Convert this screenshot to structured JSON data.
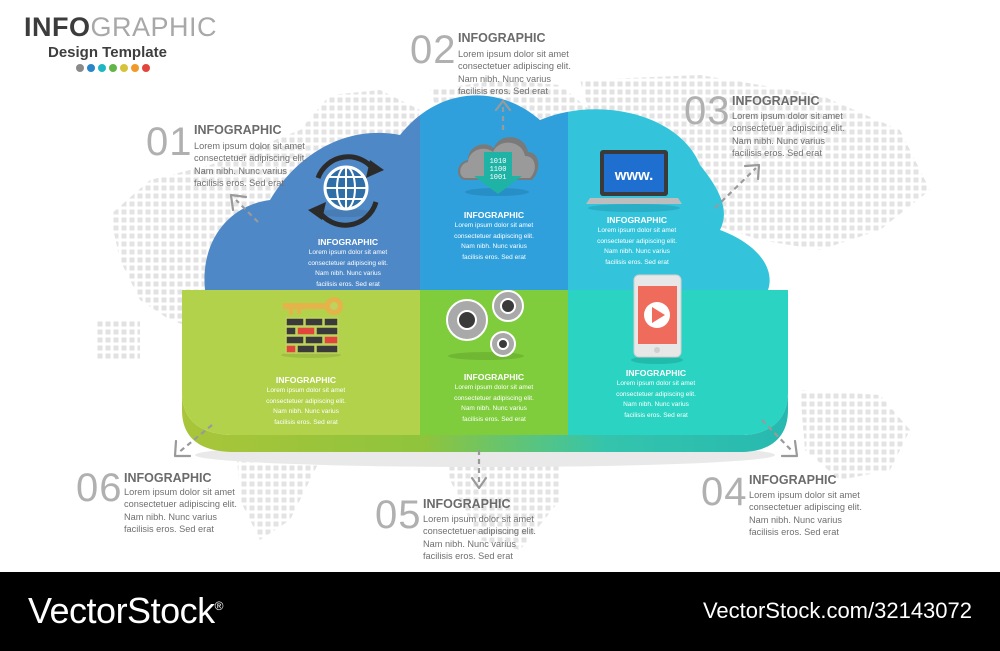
{
  "brand": {
    "title_bold": "INFO",
    "title_light": "GRAPHIC",
    "subtitle": "Design Template",
    "dot_colors": [
      "#8a8a8a",
      "#2a86c8",
      "#1fb7c4",
      "#62b548",
      "#d6c33a",
      "#f09a2a",
      "#e2453c"
    ]
  },
  "steps": [
    {
      "num": "01",
      "title": "INFOGRAPHIC",
      "lines": [
        "Lorem ipsum dolor sit amet",
        "consectetuer adipiscing elit.",
        "Nam nibh. Nunc varius",
        "facilisis eros. Sed erat"
      ]
    },
    {
      "num": "02",
      "title": "INFOGRAPHIC",
      "lines": [
        "Lorem ipsum dolor sit amet",
        "consectetuer adipiscing elit.",
        "Nam nibh. Nunc varius",
        "facilisis eros. Sed erat"
      ]
    },
    {
      "num": "03",
      "title": "INFOGRAPHIC",
      "lines": [
        "Lorem ipsum dolor sit amet",
        "consectetuer adipiscing elit.",
        "Nam nibh. Nunc varius",
        "facilisis eros. Sed erat"
      ]
    },
    {
      "num": "04",
      "title": "INFOGRAPHIC",
      "lines": [
        "Lorem ipsum dolor sit amet",
        "consectetuer adipiscing elit.",
        "Nam nibh. Nunc varius",
        "facilisis eros. Sed erat"
      ]
    },
    {
      "num": "05",
      "title": "INFOGRAPHIC",
      "lines": [
        "Lorem ipsum dolor sit amet",
        "consectetuer adipiscing elit.",
        "Nam nibh. Nunc varius",
        "facilisis eros. Sed erat"
      ]
    },
    {
      "num": "06",
      "title": "INFOGRAPHIC",
      "lines": [
        "Lorem ipsum dolor sit amet",
        "consectetuer adipiscing elit.",
        "Nam nibh. Nunc varius",
        "facilisis eros. Sed erat"
      ]
    }
  ],
  "segments": [
    {
      "title": "INFOGRAPHIC",
      "lines": [
        "Lorem ipsum dolor sit amet",
        "consectetuer adipiscing elit.",
        "Nam nibh. Nunc varius",
        "facilisis eros. Sed erat"
      ],
      "icon": "globe-sync-icon",
      "color": "#4f88c6"
    },
    {
      "title": "INFOGRAPHIC",
      "lines": [
        "Lorem ipsum dolor sit amet",
        "consectetuer adipiscing elit.",
        "Nam nibh. Nunc varius",
        "facilisis eros. Sed erat"
      ],
      "icon": "cloud-download-icon",
      "color": "#2fa0dc"
    },
    {
      "title": "INFOGRAPHIC",
      "lines": [
        "Lorem ipsum dolor sit amet",
        "consectetuer adipiscing elit.",
        "Nam nibh. Nunc varius",
        "facilisis eros. Sed erat"
      ],
      "icon": "laptop-www-icon",
      "color": "#33c4dc"
    },
    {
      "title": "INFOGRAPHIC",
      "lines": [
        "Lorem ipsum dolor sit amet",
        "consectetuer adipiscing elit.",
        "Nam nibh. Nunc varius",
        "facilisis eros. Sed erat"
      ],
      "icon": "smartphone-play-icon",
      "color": "#2ad3c2"
    },
    {
      "title": "INFOGRAPHIC",
      "lines": [
        "Lorem ipsum dolor sit amet",
        "consectetuer adipiscing elit.",
        "Nam nibh. Nunc varius",
        "facilisis eros. Sed erat"
      ],
      "icon": "gears-icon",
      "color": "#7fcd3c"
    },
    {
      "title": "INFOGRAPHIC",
      "lines": [
        "Lorem ipsum dolor sit amet",
        "consectetuer adipiscing elit.",
        "Nam nibh. Nunc varius",
        "facilisis eros. Sed erat"
      ],
      "icon": "key-brick-wall-icon",
      "color": "#b1d24a"
    }
  ],
  "icons": {
    "binary_lines": [
      "1010",
      "1100",
      "1001"
    ],
    "laptop_text": "www."
  },
  "footer": {
    "logo": "VectorStock",
    "logo_mark": "®",
    "id": "VectorStock.com/32143072"
  }
}
